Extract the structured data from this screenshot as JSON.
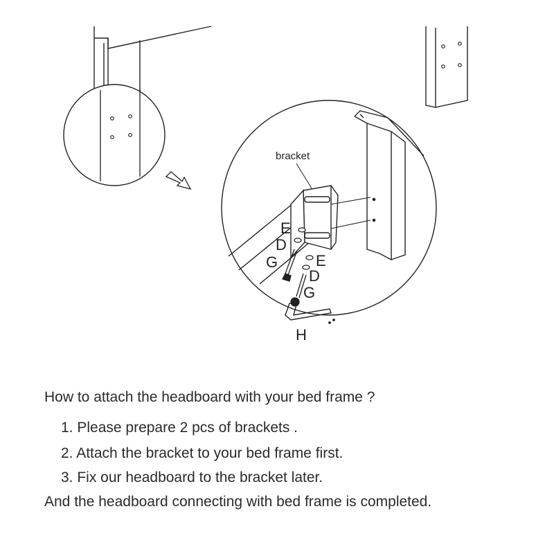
{
  "diagram": {
    "labels": {
      "bracket": "bracket",
      "e_top": "E",
      "d_top": "D",
      "g_top": "G",
      "e_bottom": "E",
      "d_bottom": "D",
      "g_bottom": "G",
      "h": "H"
    }
  },
  "instructions": {
    "question": "How to attach the headboard with your bed frame ?",
    "steps": [
      "1. Please prepare 2 pcs of brackets .",
      "2.  Attach  the bracket to your bed frame first.",
      "3.  Fix our headboard  to the bracket later."
    ],
    "conclusion": "And the headboard connecting with bed frame is completed."
  }
}
